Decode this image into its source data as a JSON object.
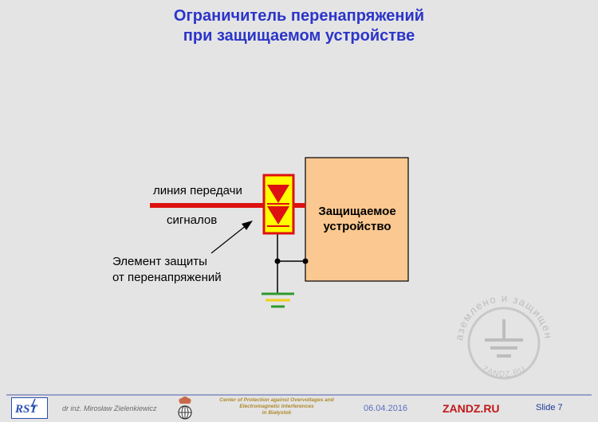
{
  "title": {
    "line1": "Ограничитель перенапряжений",
    "line2": "при защищаемом устройстве"
  },
  "diagram": {
    "line_label_1": "линия передачи",
    "line_label_2": "сигналов",
    "device_label_1": "Защищаемое",
    "device_label_2": "устройство",
    "protection_label_1": "Элемент защиты",
    "protection_label_2": "от перенапряжений",
    "colors": {
      "signal_line": "#dd1111",
      "device_fill": "#fac890",
      "protector_fill": "#ffff00",
      "protector_border": "#dd1111",
      "ground_green": "#2e9a2e",
      "ground_yellow": "#f0d020"
    }
  },
  "watermark": {
    "arc_text": "заземлено и защищено",
    "bottom_text": "ZANDZ.RU",
    "icon": "ground-symbol-icon"
  },
  "footer": {
    "logo_text": "RST",
    "author": "dr inż. Mirosław Zielenkiewicz",
    "center_1": "Center of Protection against Overvoltages and",
    "center_2": "Electromagnetic Interferences",
    "center_3": "in Białystok",
    "date": "06.04.2016",
    "site": "ZANDZ.RU",
    "slide": "Slide 7"
  }
}
